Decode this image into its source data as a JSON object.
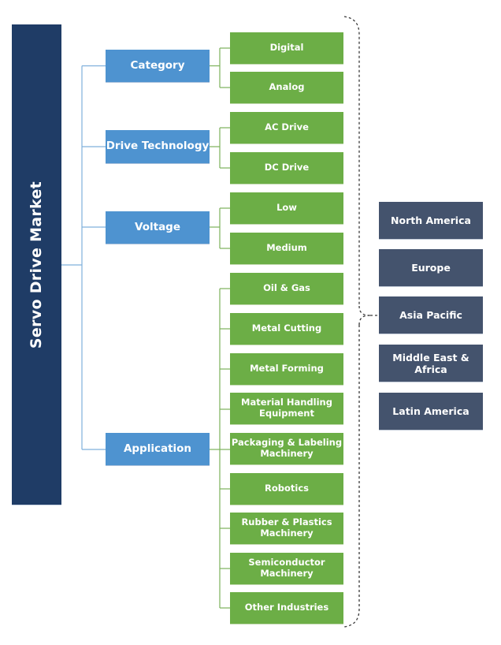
{
  "diagram": {
    "title": "Servo Drive Market",
    "colors": {
      "root": "#1F3C66",
      "segment": "#4E93D0",
      "leaf": "#6CAE46",
      "region": "#44536D",
      "segment_wire": "#7FB0DC",
      "leaf_wire": "#7CB05A",
      "bracket": "#3A3A3A"
    },
    "segments": [
      {
        "label": "Category",
        "children": [
          "Digital",
          "Analog"
        ]
      },
      {
        "label": "Drive Technology",
        "children": [
          "AC Drive",
          "DC Drive"
        ]
      },
      {
        "label": "Voltage",
        "children": [
          "Low",
          "Medium"
        ]
      },
      {
        "label": "Application",
        "children": [
          "Oil & Gas",
          "Metal Cutting",
          "Metal Forming",
          "Material Handling Equipment",
          "Packaging & Labeling Machinery",
          "Robotics",
          "Rubber & Plastics Machinery",
          "Semiconductor Machinery",
          "Other Industries"
        ]
      }
    ],
    "regions": [
      "North America",
      "Europe",
      "Asia Pacific",
      "Middle East & Africa",
      "Latin America"
    ]
  }
}
